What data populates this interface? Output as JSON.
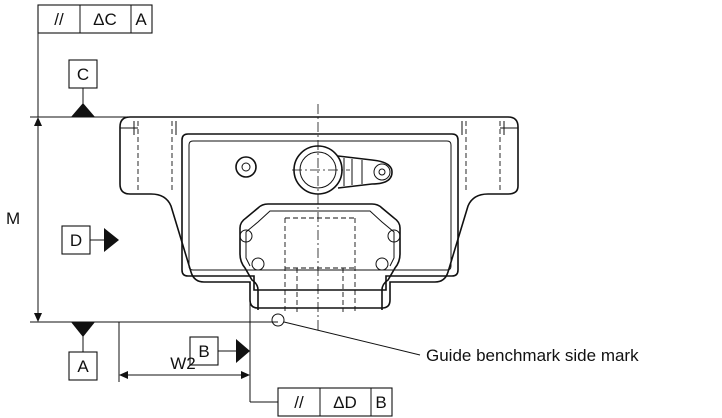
{
  "datums": {
    "c": "C",
    "d": "D",
    "a": "A",
    "b": "B"
  },
  "dimensions": {
    "height": "M",
    "width": "W2"
  },
  "fcf_top": {
    "symbol": "//",
    "tolerance": "ΔC",
    "datum": "A"
  },
  "fcf_bottom": {
    "symbol": "//",
    "tolerance": "ΔD",
    "datum": "B"
  },
  "callout": {
    "text": "Guide benchmark side mark"
  }
}
